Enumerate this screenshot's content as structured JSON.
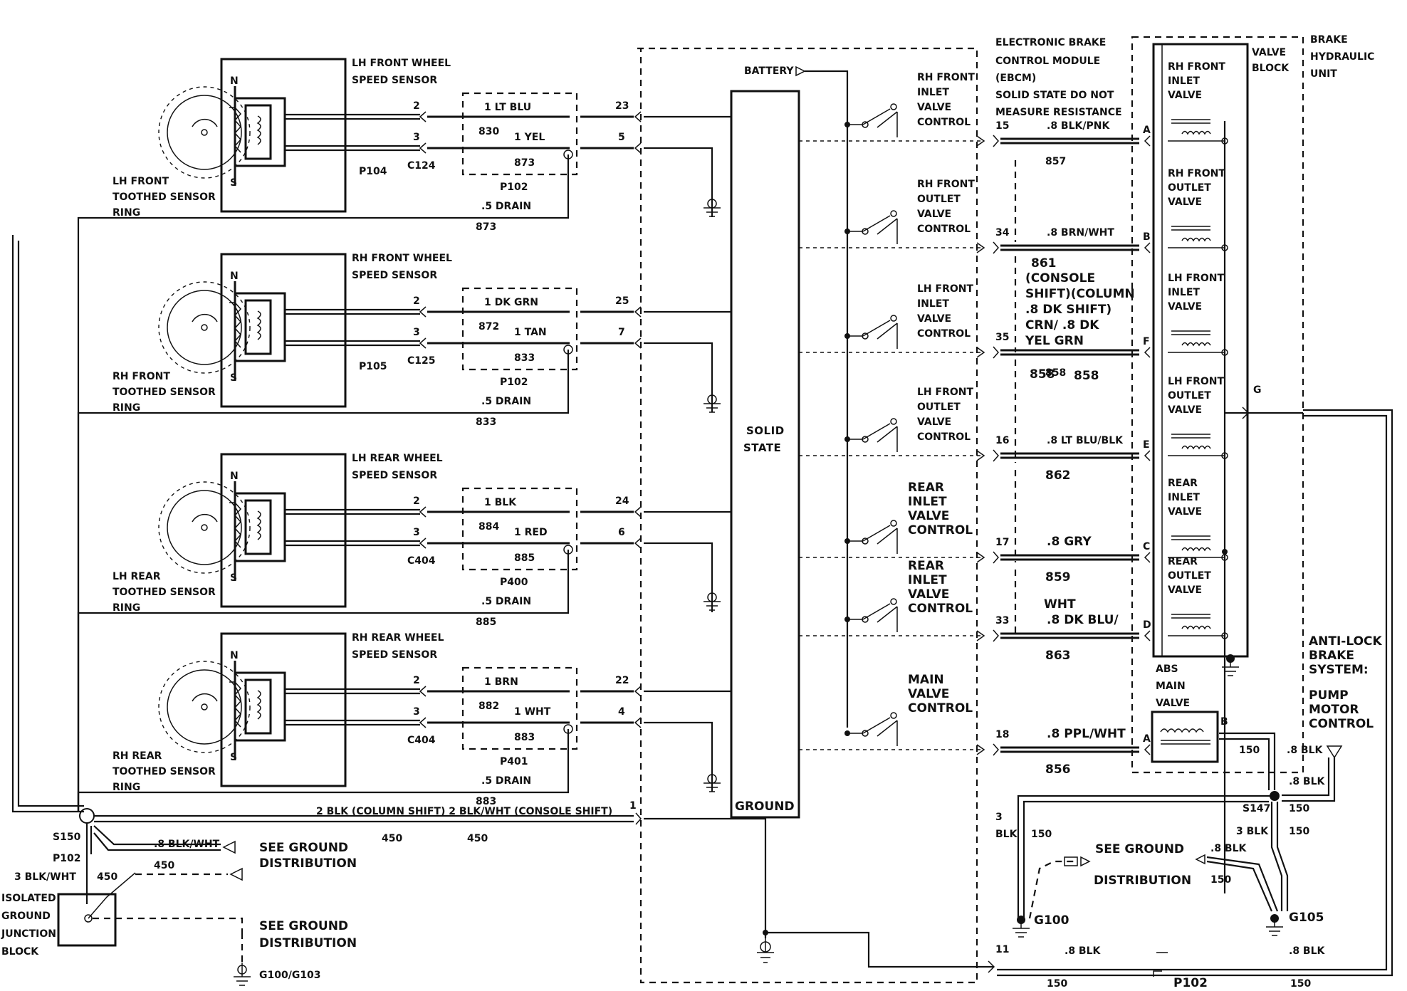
{
  "sensors": [
    {
      "title": [
        "LH FRONT WHEEL",
        "SPEED SENSOR"
      ],
      "ring": [
        "LH FRONT",
        "TOOTHED SENSOR",
        "RING"
      ],
      "wire_top": "1 LT BLU",
      "circ_top": "830",
      "wire_bot": "1 YEL",
      "circ_bot": "873",
      "pin_top": "23",
      "pin_bot": "5",
      "conn_c": "C124",
      "conn_p": "P104",
      "conn_p2": "P102",
      "drain": ".5 DRAIN",
      "drain_circ": "873",
      "term_a": "2",
      "term_b": "3"
    },
    {
      "title": [
        "RH FRONT WHEEL",
        "SPEED SENSOR"
      ],
      "ring": [
        "RH FRONT",
        "TOOTHED SENSOR",
        "RING"
      ],
      "wire_top": "1 DK GRN",
      "circ_top": "872",
      "wire_bot": "1 TAN",
      "circ_bot": "833",
      "pin_top": "25",
      "pin_bot": "7",
      "conn_c": "C125",
      "conn_p": "P105",
      "conn_p2": "P102",
      "drain": ".5 DRAIN",
      "drain_circ": "833",
      "term_a": "2",
      "term_b": "3"
    },
    {
      "title": [
        "LH REAR WHEEL",
        "SPEED SENSOR"
      ],
      "ring": [
        "LH REAR",
        "TOOTHED SENSOR",
        "RING"
      ],
      "wire_top": "1 BLK",
      "circ_top": "884",
      "wire_bot": "1 RED",
      "circ_bot": "885",
      "pin_top": "24",
      "pin_bot": "6",
      "conn_c": "C404",
      "conn_p": "",
      "conn_p2": "P400",
      "drain": ".5 DRAIN",
      "drain_circ": "885",
      "term_a": "2",
      "term_b": "3"
    },
    {
      "title": [
        "RH REAR WHEEL",
        "SPEED SENSOR"
      ],
      "ring": [
        "RH REAR",
        "TOOTHED SENSOR",
        "RING"
      ],
      "wire_top": "1 BRN",
      "circ_top": "882",
      "wire_bot": "1 WHT",
      "circ_bot": "883",
      "pin_top": "22",
      "pin_bot": "4",
      "conn_c": "C404",
      "conn_p": "",
      "conn_p2": "P401",
      "drain": ".5 DRAIN",
      "drain_circ": "883",
      "term_a": "2",
      "term_b": "3"
    }
  ],
  "pole_n": "N",
  "pole_s": "S",
  "ebcm": {
    "title": [
      "ELECTRONIC BRAKE",
      "CONTROL MODULE",
      "(EBCM)",
      "SOLID STATE DO NOT",
      "MEASURE RESISTANCE"
    ],
    "battery": "BATTERY",
    "solid_state": [
      "SOLID",
      "STATE"
    ],
    "ground": "GROUND"
  },
  "valves": [
    {
      "label": [
        "RH FRONT",
        "INLET",
        "VALVE",
        "CONTROL"
      ],
      "pin": "15",
      "wire": ".8 BLK/PNK",
      "circ": "857",
      "letter": "A",
      "hyd": [
        "RH FRONT",
        "INLET",
        "VALVE"
      ]
    },
    {
      "label": [
        "RH FRONT",
        "OUTLET",
        "VALVE",
        "CONTROL"
      ],
      "pin": "34",
      "wire": ".8 BRN/WHT",
      "circ": "",
      "letter": "B",
      "hyd": [
        "RH FRONT",
        "OUTLET",
        "VALVE"
      ]
    },
    {
      "label": [
        "LH FRONT",
        "INLET",
        "VALVE",
        "CONTROL"
      ],
      "pin": "35",
      "wire": "",
      "circ": "858",
      "letter": "F",
      "hyd": [
        "LH FRONT",
        "INLET",
        "VALVE"
      ]
    },
    {
      "label": [
        "LH FRONT",
        "OUTLET",
        "VALVE",
        "CONTROL"
      ],
      "pin": "16",
      "wire": ".8 LT BLU/BLK",
      "circ": "862",
      "letter": "E",
      "hyd": [
        "LH FRONT",
        "OUTLET",
        "VALVE"
      ]
    },
    {
      "label": [
        "REAR",
        "INLET",
        "VALVE",
        "CONTROL"
      ],
      "pin": "17",
      "wire": ".8 GRY",
      "circ": "859",
      "letter": "C",
      "hyd": [
        "REAR",
        "INLET",
        "VALVE"
      ]
    },
    {
      "label": [
        "REAR",
        "INLET",
        "VALVE",
        "CONTROL"
      ],
      "pin": "33",
      "wire": ".8 DK BLU/",
      "wire2": "WHT",
      "circ": "863",
      "letter": "D",
      "hyd": [
        "REAR",
        "OUTLET",
        "VALVE"
      ]
    },
    {
      "label": [
        "MAIN",
        "VALVE",
        "CONTROL"
      ],
      "pin": "18",
      "wire": ".8 PPL/WHT",
      "circ": "856",
      "letter": "A",
      "hyd": []
    }
  ],
  "shift_note": {
    "circ": "861",
    "lines": [
      "(CONSOLE",
      "SHIFT)(COLUMN",
      ".8 DK    SHIFT)",
      "CRN/   .8 DK",
      "YEL    GRN"
    ],
    "circ_a": "858",
    "circ_b": "858"
  },
  "hydraulic": {
    "valve_block": [
      "VALVE",
      "BLOCK"
    ],
    "unit": [
      "BRAKE",
      "HYDRAULIC",
      "UNIT"
    ],
    "g_pin": "G",
    "abs_main": [
      "ABS",
      "MAIN",
      "VALVE"
    ],
    "b_pin": "B"
  },
  "pump": {
    "lines": [
      "ANTI-LOCK",
      "BRAKE",
      "SYSTEM:"
    ],
    "lines2": [
      "PUMP",
      "MOTOR",
      "CONTROL"
    ]
  },
  "lower_right": {
    "blk_8": ".8 BLK",
    "s147": "S147",
    "c150": "150",
    "blk_3": "3 BLK",
    "blk_3v": [
      "3",
      "BLK"
    ],
    "see_ground": "SEE GROUND",
    "distribution": "DISTRIBUTION",
    "g100": "G100",
    "g105": "G105",
    "pin11": "11",
    "p102": "P102"
  },
  "ground_path": {
    "pin1": "1",
    "shift_text": "2 BLK (COLUMN SHIFT)  2 BLK/WHT (CONSOLE SHIFT)",
    "c450": "450",
    "s150": "S150",
    "p102": "P102",
    "blk_wht3": "3 BLK/WHT",
    "blk_wht8": ".8 BLK/WHT",
    "see_ground": "SEE GROUND",
    "distribution": "DISTRIBUTION",
    "isolated": [
      "ISOLATED",
      "GROUND",
      "JUNCTION",
      "BLOCK"
    ],
    "g100_103": "G100/G103"
  }
}
